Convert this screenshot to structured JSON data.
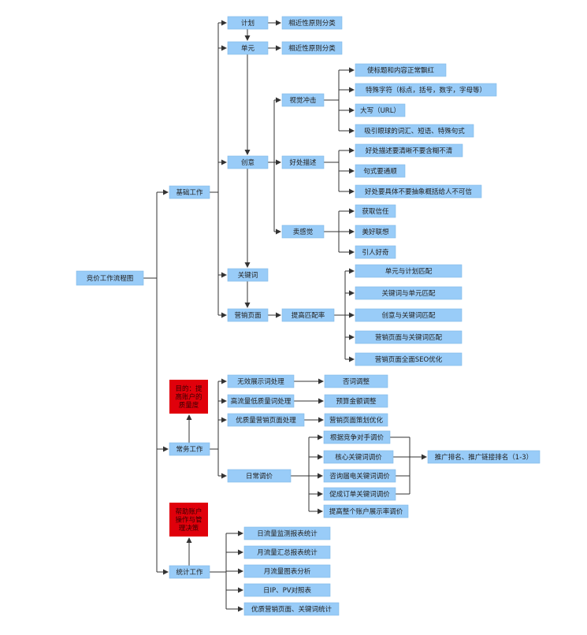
{
  "colors": {
    "box": "#99ccf8",
    "box_border": "#7fb7e6",
    "red": "#e0000b",
    "line": "#333333"
  },
  "nodes": {
    "root": "竞价工作流程图",
    "basic": "基础工作",
    "routine": "常务工作",
    "stats": "统计工作",
    "plan": "计划",
    "unit": "单元",
    "creative": "创意",
    "keyword": "关键词",
    "landing": "营销页面",
    "plan_sub": "相近性原则分类",
    "unit_sub": "相近性原则分类",
    "visual": "视觉冲击",
    "benefit": "好处描述",
    "sell": "卖感觉",
    "visual_items": [
      "使标题和内容正常飘红",
      "特殊字符（标点，括号，数字，字母等）",
      "大写（URL）",
      "吸引眼球的词汇、短语、特殊句式"
    ],
    "benefit_items": [
      "好处描述要清晰不要含糊不清",
      "句式要通顺",
      "好处要具体不要抽象概括给人不可信"
    ],
    "sell_items": [
      "获取信任",
      "美好联想",
      "引人好奇"
    ],
    "match": "提高匹配率",
    "match_items": [
      "单元与计划匹配",
      "关键词与单元匹配",
      "创意与关键词匹配",
      "营销页面与关键词匹配",
      "营销页面全面SEO优化"
    ],
    "routine_red": [
      "目的：提",
      "高账户的",
      "质量度"
    ],
    "routine_items": [
      "无效展示词处理",
      "高流量低质量词处理",
      "优质量营销页面处理",
      "日常调价"
    ],
    "routine_results": [
      "否词调整",
      "预算金额调整",
      "营销页面策划优化"
    ],
    "daily_items": [
      "根据竞争对手调价",
      "核心关键词调价",
      "咨询届电关键词调价",
      "促成订单关键词调价",
      "提高整个账户展示率调价"
    ],
    "rank": "推广排名、推广链接排名（1-3）",
    "stats_red": [
      "帮助账户",
      "操作与管",
      "理决策"
    ],
    "stats_items": [
      "日流量监测报表统计",
      "月流量汇总报表统计",
      "月流量图表分析",
      "日IP、PV对照表",
      "优质营销页面、关键词统计"
    ]
  }
}
